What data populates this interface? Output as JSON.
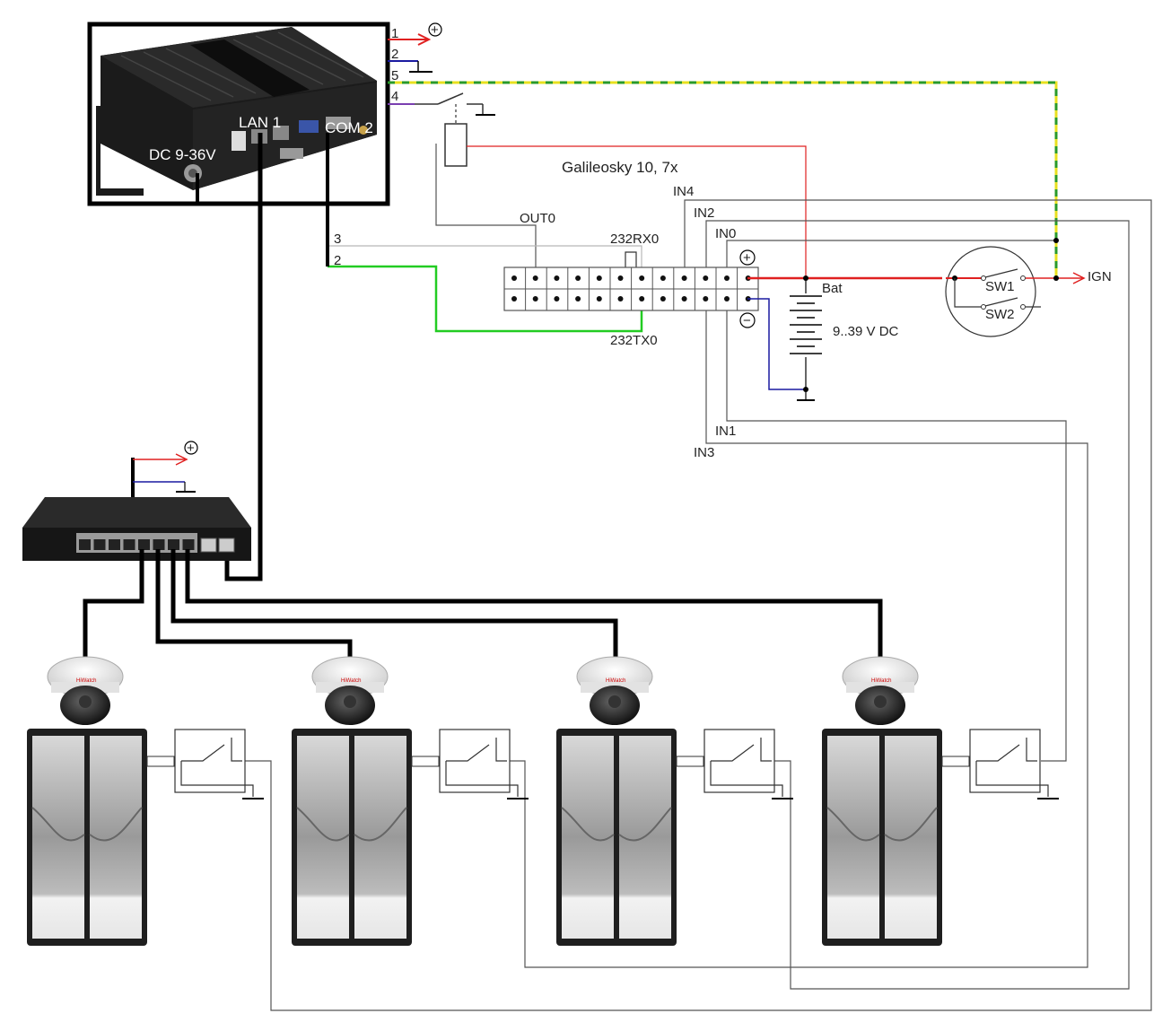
{
  "pc": {
    "lan_label": "LAN 1",
    "com_label": "COM 2",
    "dc_label": "DC 9-36V",
    "pin_labels": [
      "1",
      "2",
      "5",
      "4"
    ]
  },
  "plus_sign": "+",
  "minus_sign": "−",
  "tracker": {
    "title": "Galileosky 10, 7x",
    "out0": "OUT0",
    "in4": "IN4",
    "in2": "IN2",
    "in0": "IN0",
    "in1": "IN1",
    "in3": "IN3",
    "rx_label": "232RX0",
    "tx_label": "232TX0",
    "com_pin3": "3",
    "com_pin2": "2"
  },
  "power": {
    "bat_label": "Bat",
    "voltage_label": "9..39 V DC",
    "sw1_label": "SW1",
    "sw2_label": "SW2",
    "ign_label": "IGN"
  },
  "colors": {
    "positive": "#e02020",
    "ground": "#1a1aa0",
    "rs232_rx": "#b8b8b8",
    "rs232_tx": "#22cc22",
    "earth_yellow": "#e8e020",
    "earth_green": "#2a9a2a",
    "signal": "#555555",
    "ethernet": "#000000"
  },
  "cameras": [
    {
      "brand": "HiWatch"
    },
    {
      "brand": "HiWatch"
    },
    {
      "brand": "HiWatch"
    },
    {
      "brand": "HiWatch"
    }
  ]
}
